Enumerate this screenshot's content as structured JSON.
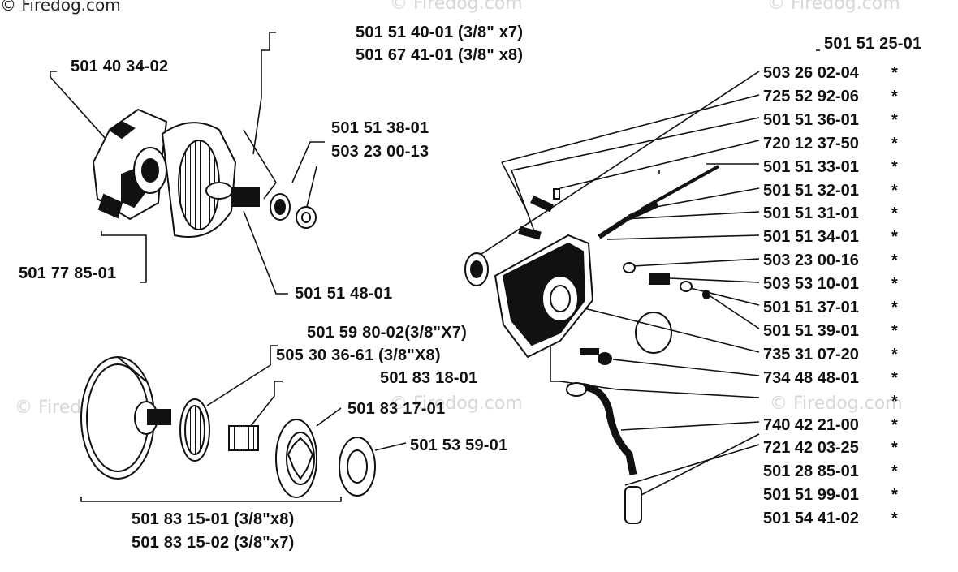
{
  "copyright": "© Firedog.com",
  "watermark": "© Firedog.com",
  "parts": {
    "clutch_drum_7": "501 51 40-01 (3/8\" x7)",
    "clutch_drum_8": "501 67 41-01 (3/8\" x8)",
    "clutch_shoe": "501 40 34-02",
    "bearing_a": "501 51 38-01",
    "washer_a": "503 23 00-13",
    "clutch_assy": "501 77 85-01",
    "needle_bearing": "501 51 48-01",
    "rim_sprocket_7": "501 59 80-02(3/8\"X7)",
    "rim_sprocket_8": "505 30 36-61 (3/8\"X8)",
    "bearing_b": "501 83 18-01",
    "bearing_c": "501 83 17-01",
    "washer_b": "501 53 59-01",
    "drum_8": "501 83 15-01 (3/8\"x8)",
    "drum_7": "501 83 15-02 (3/8\"x7)",
    "pump_top": "501 51 25-01"
  },
  "right_list": [
    {
      "part": "503 26 02-04",
      "mark": "*"
    },
    {
      "part": "725 52 92-06",
      "mark": "*"
    },
    {
      "part": "501 51 36-01",
      "mark": "*"
    },
    {
      "part": "720 12 37-50",
      "mark": "*"
    },
    {
      "part": "501 51 33-01",
      "mark": "*"
    },
    {
      "part": "501 51 32-01",
      "mark": "*"
    },
    {
      "part": "501 51 31-01",
      "mark": "*"
    },
    {
      "part": "501 51 34-01",
      "mark": "*"
    },
    {
      "part": "503 23 00-16",
      "mark": "*"
    },
    {
      "part": "503 53 10-01",
      "mark": "*"
    },
    {
      "part": "501 51 37-01",
      "mark": "*"
    },
    {
      "part": "501 51 39-01",
      "mark": "*"
    },
    {
      "part": "735 31 07-20",
      "mark": "*"
    },
    {
      "part": "734 48 48-01",
      "mark": "*"
    },
    {
      "part": "",
      "mark": "*"
    },
    {
      "part": "740 42 21-00",
      "mark": "*"
    },
    {
      "part": "721 42 03-25",
      "mark": "*"
    },
    {
      "part": "501 28 85-01",
      "mark": "*"
    },
    {
      "part": "501 51 99-01",
      "mark": "*"
    },
    {
      "part": "501 54 41-02",
      "mark": "*"
    }
  ]
}
